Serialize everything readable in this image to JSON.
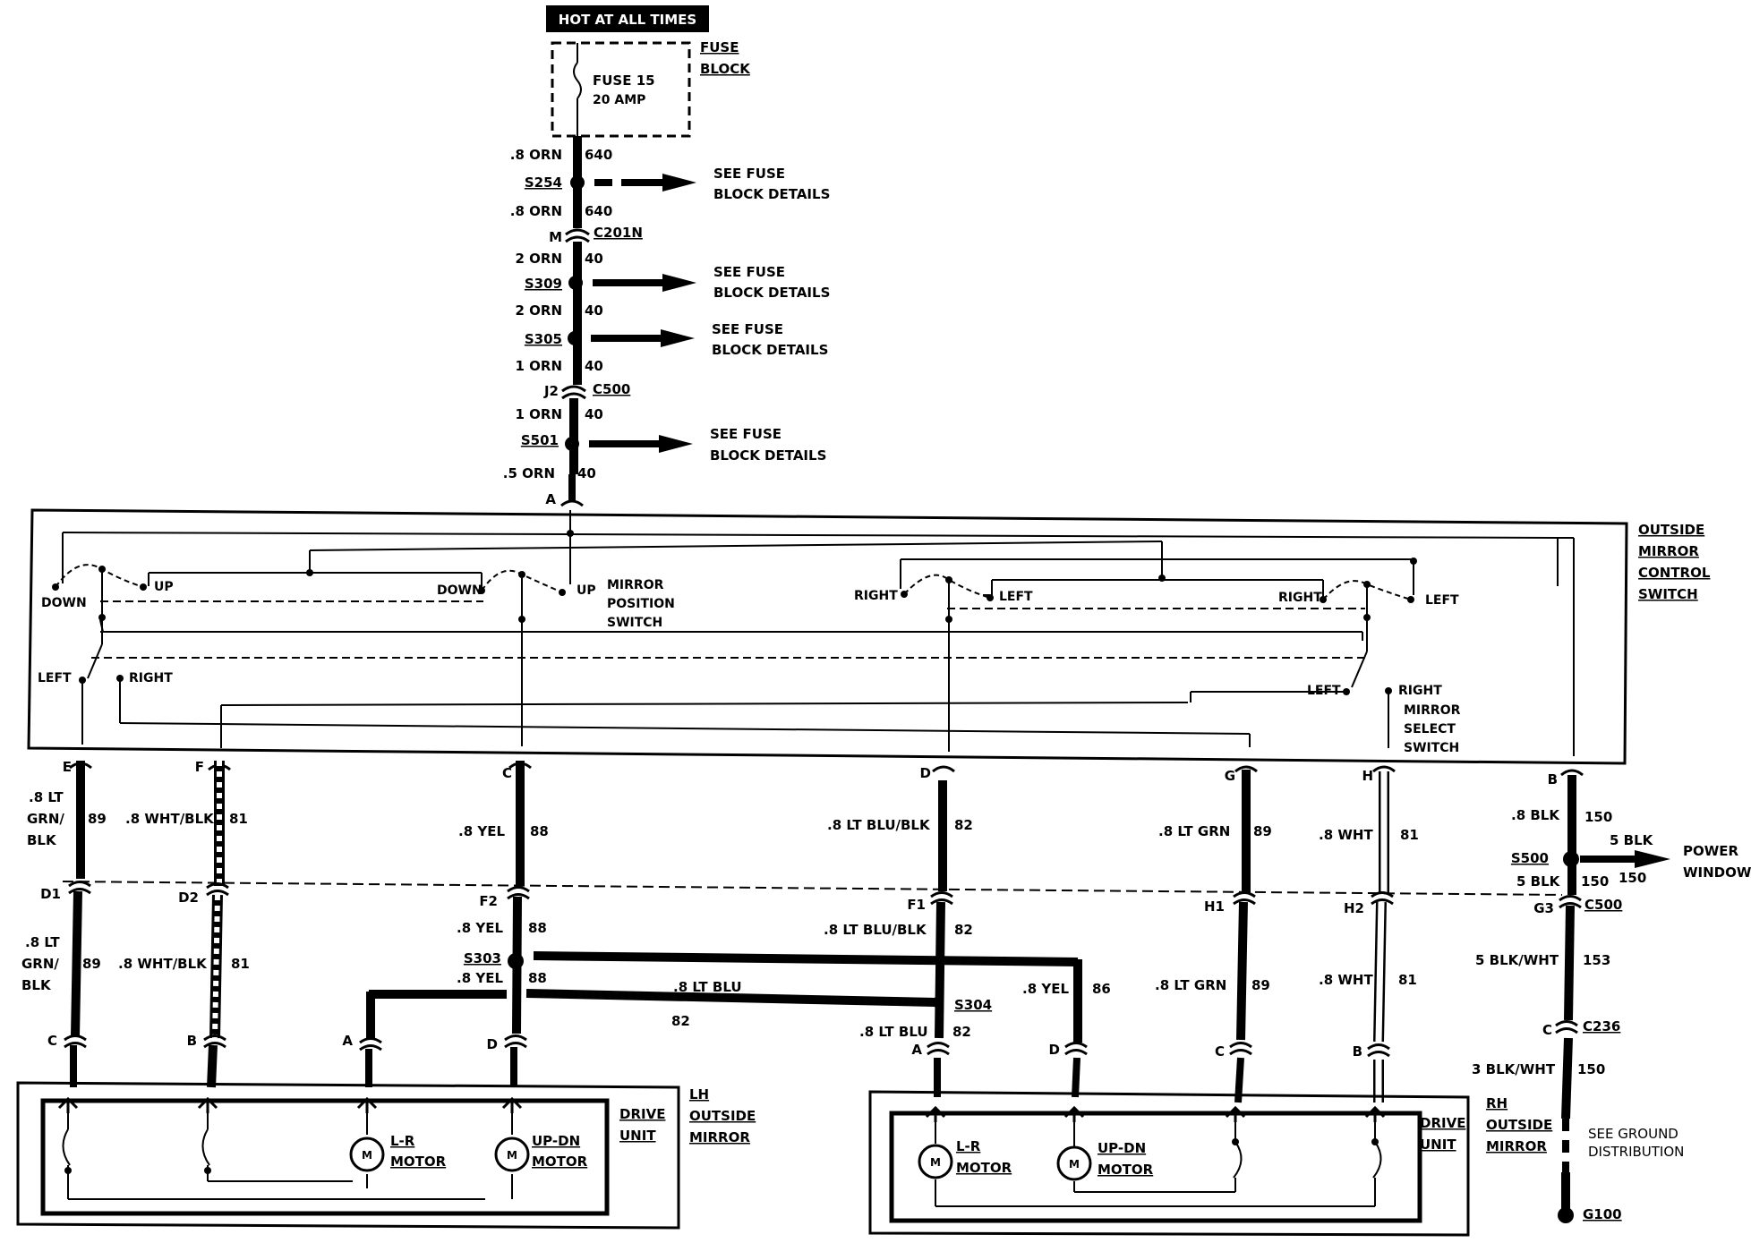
{
  "top": {
    "hot_label": "HOT AT ALL TIMES"
  },
  "fuse": {
    "name": "FUSE 15",
    "rating": "20 AMP",
    "block_l1": "FUSE",
    "block_l2": "BLOCK"
  },
  "see": {
    "l1": "SEE FUSE",
    "l2": "BLOCK DETAILS"
  },
  "vwires": [
    {
      "w": ".8 ORN",
      "c": "640"
    },
    {
      "w": ".8 ORN",
      "c": "640"
    },
    {
      "w": "2 ORN",
      "c": "40"
    },
    {
      "w": "2 ORN",
      "c": "40"
    },
    {
      "w": "1 ORN",
      "c": "40"
    },
    {
      "w": "1 ORN",
      "c": "40"
    },
    {
      "w": ".5 ORN",
      "c": "40"
    }
  ],
  "splices": [
    "S254",
    "S309",
    "S305",
    "S501",
    "S303",
    "S304",
    "S500"
  ],
  "conn": {
    "c201n": "C201N",
    "m": "M",
    "c500": "C500",
    "j2": "J2",
    "a": "A"
  },
  "switch": {
    "title": [
      "OUTSIDE",
      "MIRROR",
      "CONTROL",
      "SWITCH"
    ],
    "pos": [
      "MIRROR",
      "POSITION",
      "SWITCH"
    ],
    "sel": [
      "MIRROR",
      "SELECT",
      "SWITCH"
    ],
    "down": "DOWN",
    "up": "UP",
    "left": "LEFT",
    "right": "RIGHT"
  },
  "pins": {
    "E": "E",
    "F": "F",
    "C": "C",
    "D": "D",
    "G": "G",
    "H": "H",
    "B": "B",
    "D1": "D1",
    "D2": "D2",
    "F2": "F2",
    "F1": "F1",
    "H1": "H1",
    "H2": "H2",
    "G3": "G3",
    "A": "A"
  },
  "wires": {
    "lt_grn_l1": ".8 LT",
    "lt_grn_l2": "GRN/",
    "lt_grn_l3": "BLK",
    "c89": "89",
    "wht_blk": ".8 WHT/BLK",
    "c81": "81",
    "yel": ".8 YEL",
    "c88": "88",
    "lt_blu_blk": ".8 LT BLU/BLK",
    "c82": "82",
    "lt_grn": ".8 LT GRN",
    "wht": ".8 WHT",
    "blk8": ".8 BLK",
    "c150": "150",
    "blk5": "5 BLK",
    "lt_blu": ".8 LT BLU",
    "c86": "86",
    "blk_wht5": "5 BLK/WHT",
    "c153": "153",
    "blk_wht3": "3 BLK/WHT",
    "c500": "C500",
    "c236": "C236",
    "g100": "G100",
    "c_pin": "C"
  },
  "power": {
    "l1": "POWER",
    "l2": "WINDOWS"
  },
  "ground": {
    "l1": "SEE GROUND",
    "l2": "DISTRIBUTION"
  },
  "lh": {
    "t": [
      "LH",
      "OUTSIDE",
      "MIRROR"
    ],
    "drive": [
      "DRIVE",
      "UNIT"
    ],
    "lr": [
      "L-R",
      "MOTOR"
    ],
    "ud": [
      "UP-DN",
      "MOTOR"
    ],
    "m": "M"
  },
  "rh": {
    "t": [
      "RH",
      "OUTSIDE",
      "MIRROR"
    ],
    "drive": [
      "DRIVE",
      "UNIT"
    ],
    "lr": [
      "L-R",
      "MOTOR"
    ],
    "ud": [
      "UP-DN",
      "MOTOR"
    ],
    "m": "M"
  }
}
